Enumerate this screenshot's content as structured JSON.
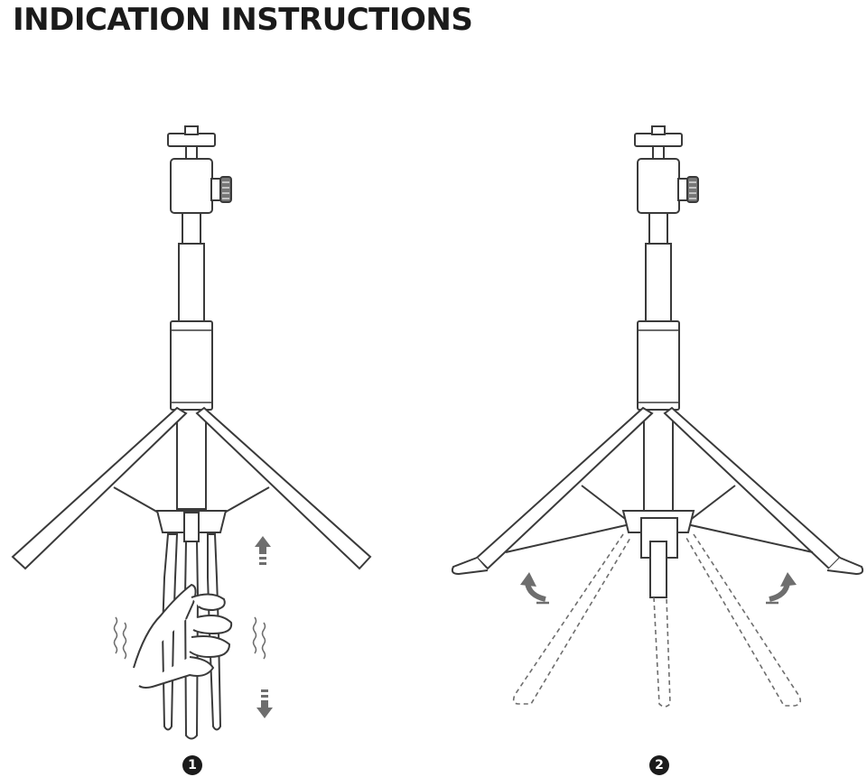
{
  "title": "INDICATION INSTRUCTIONS",
  "steps": [
    {
      "number": "1"
    },
    {
      "number": "2"
    }
  ],
  "colors": {
    "line": "#3a3a3a",
    "arrow": "#6e6e6e",
    "fill": "#ffffff",
    "badge": "#1b1b1b"
  }
}
